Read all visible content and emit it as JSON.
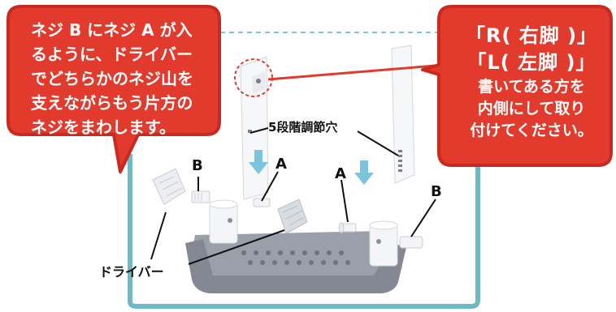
{
  "left_callout": {
    "lines": [
      "ネジ B にネジ A が入",
      "るように、ドライバー",
      "でどちらかのネジ山を",
      "支えながらもう片方の",
      "ネジをまわします。"
    ]
  },
  "right_callout": {
    "line1": "「R( 右脚 )」",
    "line2": "「L( 左脚 )」",
    "line3": "書いてある方を",
    "line4": "内側にして取り",
    "line5": "付けてください。"
  },
  "labels": {
    "holes": "5段階調節穴",
    "b_left": "B",
    "a_left": "A",
    "a_right": "A",
    "b_right": "B",
    "driver": "ドライバー"
  },
  "colors": {
    "callout_red": "#e23a2c",
    "callout_border": "#c92a1f",
    "frame_teal": "#6fb9c6",
    "arrow_blue": "#7cc4db",
    "base_gray": "#8f949e"
  }
}
